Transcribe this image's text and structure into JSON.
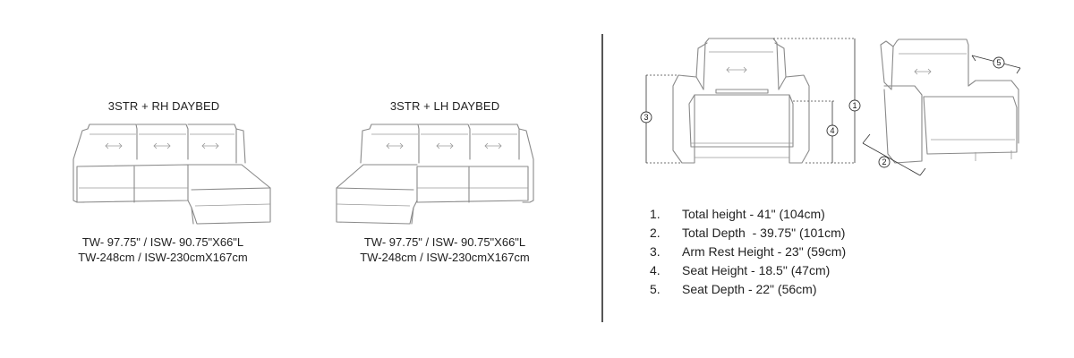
{
  "configs": [
    {
      "title": "3STR + RH DAYBED",
      "dims_line1": "TW- 97.75\" / ISW- 90.75\"X66\"L",
      "dims_line2": "TW-248cm / ISW-230cmX167cm"
    },
    {
      "title": "3STR + LH DAYBED",
      "dims_line1": "TW- 97.75\" / ISW- 90.75\"X66\"L",
      "dims_line2": "TW-248cm / ISW-230cmX167cm"
    }
  ],
  "dimension_markers": [
    "1",
    "2",
    "3",
    "4",
    "5"
  ],
  "specs": [
    {
      "num": "1.",
      "text": "Total height - 41\" (104cm)"
    },
    {
      "num": "2.",
      "text": "Total Depth  - 39.75\" (101cm)"
    },
    {
      "num": "3.",
      "text": "Arm Rest Height - 23\" (59cm)"
    },
    {
      "num": "4.",
      "text": "Seat Height - 18.5\" (47cm)"
    },
    {
      "num": "5.",
      "text": "Seat Depth - 22\" (56cm)"
    }
  ]
}
